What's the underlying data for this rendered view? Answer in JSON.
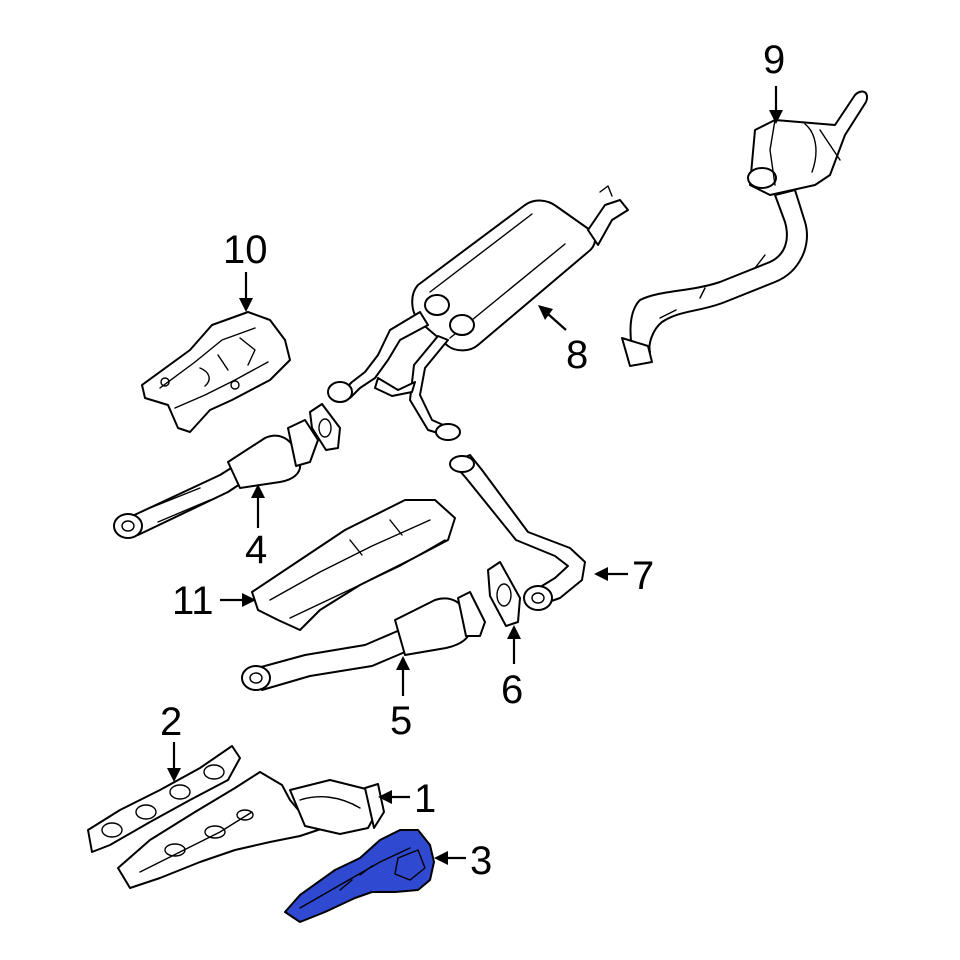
{
  "diagram": {
    "highlight_color": "#2f49d1",
    "highlighted_part": "3",
    "callouts": [
      {
        "id": "c1",
        "label": "1"
      },
      {
        "id": "c2",
        "label": "2"
      },
      {
        "id": "c3",
        "label": "3"
      },
      {
        "id": "c4",
        "label": "4"
      },
      {
        "id": "c5",
        "label": "5"
      },
      {
        "id": "c6",
        "label": "6"
      },
      {
        "id": "c7",
        "label": "7"
      },
      {
        "id": "c8",
        "label": "8"
      },
      {
        "id": "c9",
        "label": "9"
      },
      {
        "id": "c10",
        "label": "10"
      },
      {
        "id": "c11",
        "label": "11"
      }
    ]
  }
}
